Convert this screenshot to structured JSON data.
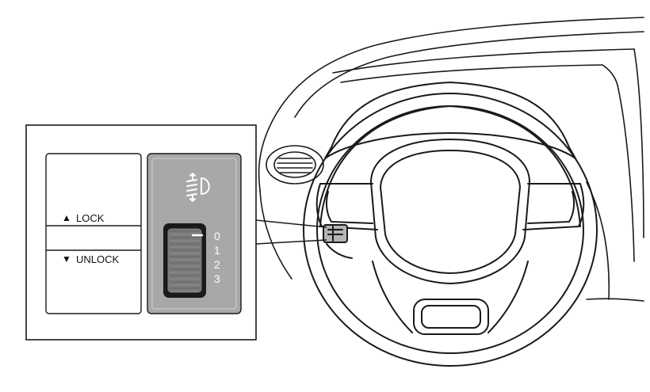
{
  "lock_panel": {
    "lock": {
      "arrow": "▲",
      "label": "LOCK"
    },
    "unlock": {
      "arrow": "▼",
      "label": "UNLOCK"
    }
  },
  "leveling_switch": {
    "icon": "headlight-leveling-icon",
    "positions": [
      "0",
      "1",
      "2",
      "3"
    ]
  },
  "colors": {
    "line": "#1a1a1a",
    "switch_panel": "#a8a8a8",
    "dial": "#7a7a7a"
  }
}
